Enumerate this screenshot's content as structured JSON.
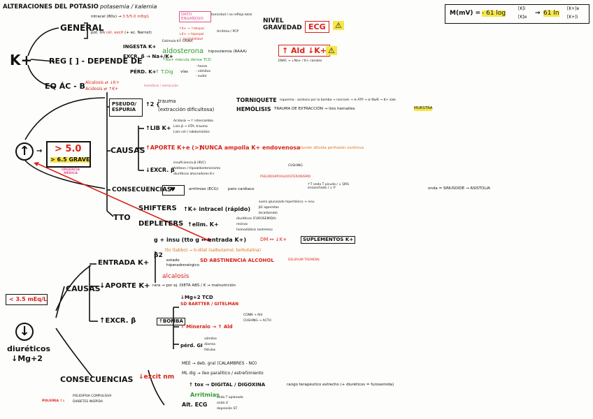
{
  "header": {
    "title": "ALTERACIONES DEL POTASIO",
    "subtitle": "potasemia / kalemia"
  },
  "formula": {
    "lhs": "M(mV) =",
    "a": "- 61 log",
    "frac1_num": "[K]i",
    "frac1_den": "[K]e",
    "mid": "61 ln",
    "frac2_num": "[K+]e",
    "frac2_den": "[K+]i"
  },
  "root": "K+",
  "general": {
    "label": "GENERAL",
    "l1_prefix": "intracel (80x)",
    "l1_val": "3.5/5.0 mEq/L",
    "box": "DATO ENGAÑOSO",
    "box_note": "tonicidad / no refleja total",
    "l2_prefix": "pot. tm",
    "l2_red": "cél. excit",
    "l2_rest": "(+ ec. Nernst)",
    "l2_a": "↑K+ → ↑despol",
    "l2_b": "↓K+ → hiperpol",
    "l2_c": "↓ excitabilidad",
    "arr": "Arritmia / PCP",
    "nivel": "NIVEL GRAVEDAD",
    "ecg": "ECG"
  },
  "reg": {
    "label": "REG [ ] - DEPENDE DE",
    "i1": "INGESTA K+",
    "i1b": "Estimulo K+ ORINA",
    "i2": "EXCR. β → Na+/K+",
    "aldo": "aldosterona",
    "hipo": "hipovolemia (RAAA)",
    "ald_box": "↑ Ald ↓K+",
    "tcd": "↑Na+ mácula densa TCD",
    "wear": "ENAC → ↓Na+ / K+ canales",
    "i3": "PÉRD. K+",
    "tdig": "↑ T.Dig",
    "vias": "vías",
    "v1": "- heces",
    "v2": "- vómitos",
    "v3": "- sudor"
  },
  "eqac": {
    "label": "EQ ÁC - B",
    "l1": "Alcalosis ⇄ ↓K+",
    "l2": "Acidosis ⇄ ↑K+"
  },
  "hyper": {
    "arrow": "↑",
    "big": "> 5.0",
    "grave": "> 6.5 GRAVE",
    "note": "URGENCIA MÉDICA",
    "pseudo": "PSEUDO/ ESPURIA",
    "pseudo_note": "hemólisis / extracción",
    "trauma": "trauma",
    "extrac": "(extracción dificultosa)",
    "torn": "TORNIQUETE",
    "torn_rest": "isquemia - acidosis por la bomba → necrosis → ⊖ ATP → ⊖ Na/K → K+ sale",
    "hemo": "HEMÓLISIS",
    "hemo_rest": "TRAUMA DE EXTRACCIÓN → lisis hematíes",
    "muestra": "MUESTRA",
    "causas": "CAUSAS",
    "c1": "↑LIB K+",
    "c1a": "Acidosis → ↑ intercambio",
    "c1b": "Lisis β → HTA, trauma",
    "c1c": "Lisis cel / rabdomiolisis",
    "c2": "↑APORTE K+e (>)",
    "c2_nunca": "NUNCA ampolla K+ endovenosa",
    "c2_sol": "solución diluida perfusión continua",
    "c3": "↓EXCR. β",
    "c3a": "insuficiencia β (IR/C)",
    "c3b": "Addison / Hipoaldosteronismo",
    "c3c": "diuréticos ahorradores K+",
    "c3_cushing": "CUSHING",
    "c3_pseudo": "PSEUDOHIPOALDOSTERONISMO",
    "cons": "CONSECUENCIAS",
    "cons_heart": "♥",
    "cons_a": "arritmias (ECG)",
    "cons_b": "paro cardiaco",
    "ecg_list": "↑T onda T picuda / ↓ QRS ensanchado / ↓ P",
    "sinus": "onda = SINUSOIDE → ASISTOLIA",
    "tto": "TTO",
    "shift": "SHIFTERS",
    "shift_rest": "↑K+ intracel (rápido)",
    "shift_a": "suero glucosado hipertónico + insu",
    "shift_b": "β2 agonistas",
    "shift_c": "bicarbonato",
    "depl": "DEPLETERS",
    "depl_rest": "↑elim. K+",
    "depl_a": "diuréticos (FUROSEMIDA)",
    "depl_b": "resinas",
    "depl_c": "hemodiálisis (extremo)"
  },
  "hypo": {
    "box": "< 3.5 mEq/L",
    "arrow": "↓",
    "diur": "diuréticos",
    "mg": "↓Mg+2",
    "causas": "CAUSAS",
    "entr": "ENTRADA K+",
    "e1": "g + insu (tto g ↔ entrada K+)",
    "e1b": "DM ↔ ↓K+",
    "e1c": "SUPLEMENTOS K+",
    "e2": "β2",
    "e2a": "tto (tabbo) → b-dilat (salbutamol, terbutalina)",
    "e3": "estado hiperadrenérgico",
    "e3a": "SD ABSTINENCIA ALCOHOL",
    "e3b": "DELIRIUM TREMENS",
    "alc": "alcalosis",
    "aport": "↓APORTE K+",
    "aport_rest": "rara → por ej. DIETA ABS / K → malnutrición",
    "excr": "↑EXCR. β",
    "bomba": "↑BOMBA",
    "x1": "↓Mg+2 TCD",
    "x2": "SD BARTTER / GITELMAN",
    "x3": "↑ Mineralo → ↑ Ald",
    "x3a": "CONN → Ald",
    "x3b": "CUSHING → ACTH",
    "x4": "pérd. GI",
    "x4a": "vómitos",
    "x4b": "diarrea",
    "x4c": "fístulas",
    "cons": "CONSECUENCIAS",
    "cons_red": "↓excit nm",
    "m1": "MEE → deb. gral (CALAMBRES - NO)",
    "m2": "ML dig → ileo paralítico / estreñimiento",
    "m3": "↑ tox → DIGITAL / DIGOXINA",
    "m3b": "rango terapéutico estrecho (+ diuréticos = furosemida)",
    "m4": "Arritmias",
    "m5": "Alt. ECG",
    "m5a": "onda T aplanada",
    "m5b": "onda U",
    "m5c": "depresión ST",
    "poli": "POLIURIA ↑↓",
    "poli_a": "POLIDIPSIA COMPULSIVA",
    "poli_b": "DIABETES INSÍPIDA"
  }
}
